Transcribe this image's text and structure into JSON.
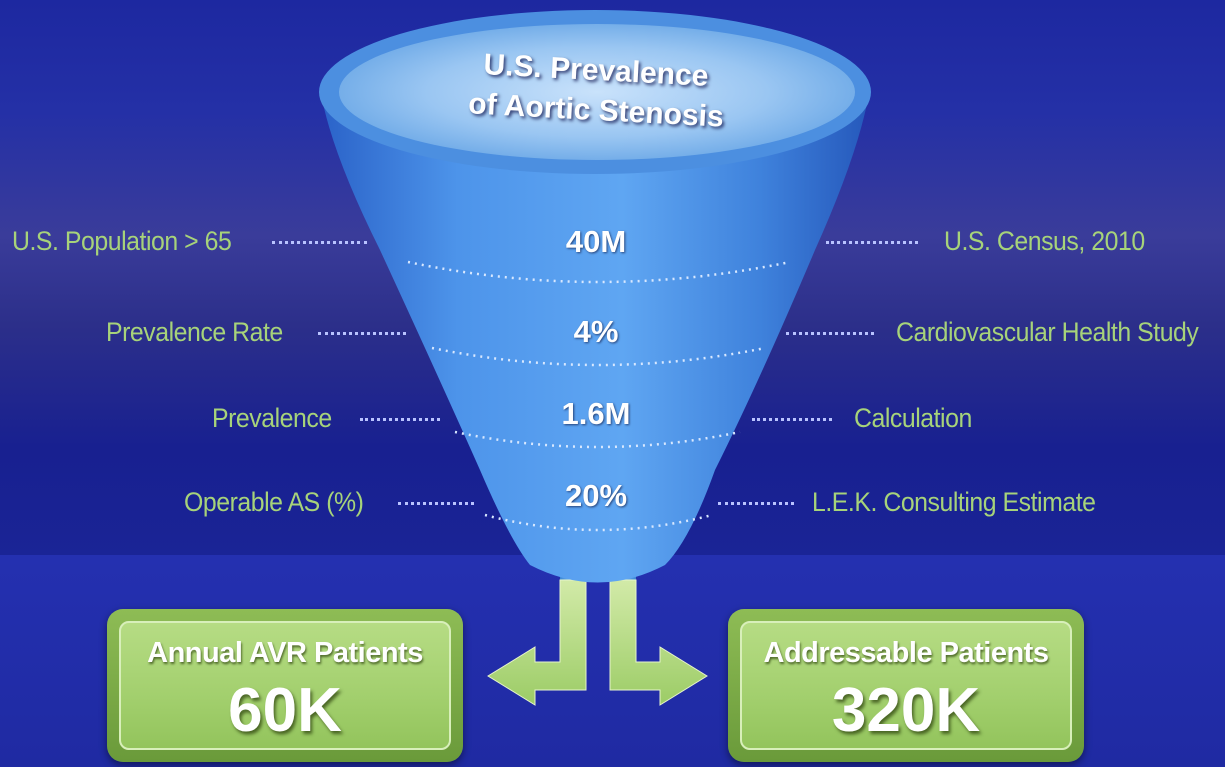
{
  "title": {
    "line1": "U.S. Prevalence",
    "line2": "of Aortic Stenosis"
  },
  "rows": [
    {
      "left": "U.S. Population > 65",
      "value": "40M",
      "right": "U.S. Census, 2010"
    },
    {
      "left": "Prevalence Rate",
      "value": "4%",
      "right": "Cardiovascular Health Study"
    },
    {
      "left": "Prevalence",
      "value": "1.6M",
      "right": "Calculation"
    },
    {
      "left": "Operable AS (%)",
      "value": "20%",
      "right": "L.E.K. Consulting Estimate"
    }
  ],
  "outputs": [
    {
      "title": "Annual AVR Patients",
      "value": "60K"
    },
    {
      "title": "Addressable Patients",
      "value": "320K"
    }
  ],
  "colors": {
    "background": "#1f2a9a",
    "label_text": "#a7d37a",
    "funnel": "#4a90e0",
    "box": "#a2cf6d"
  }
}
